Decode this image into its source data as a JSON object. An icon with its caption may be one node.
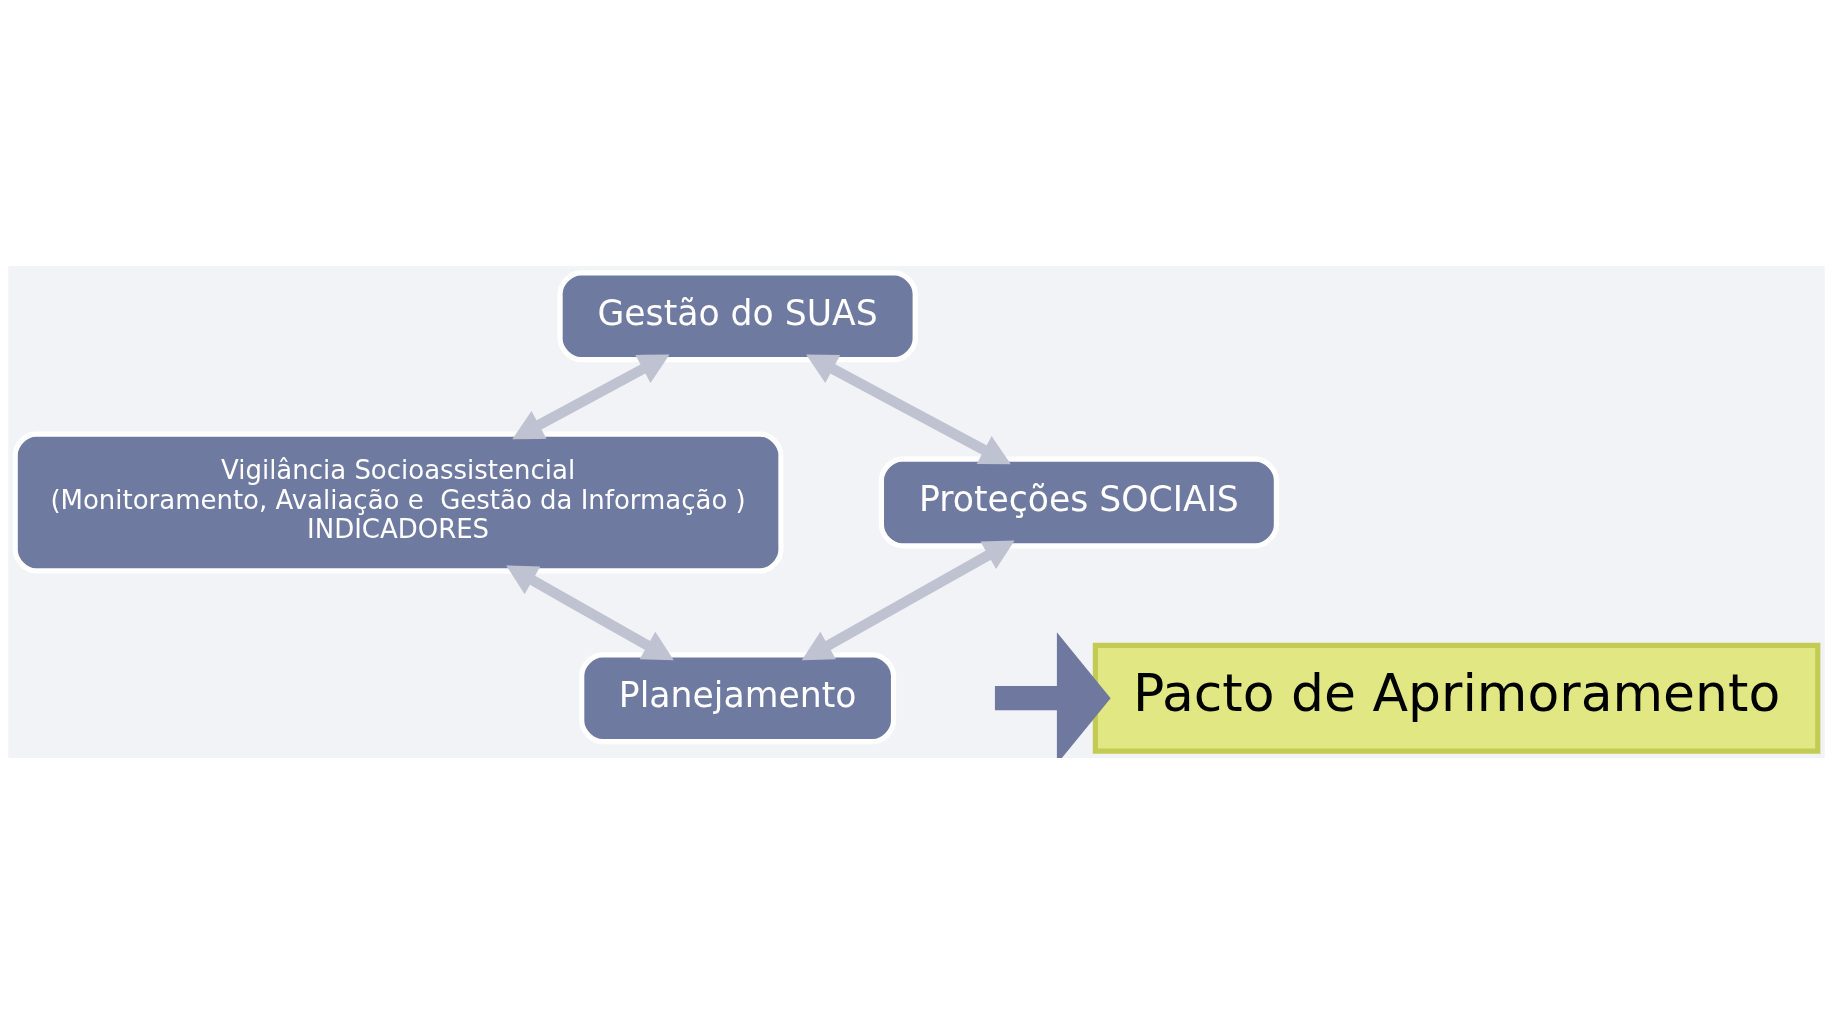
{
  "diagram": {
    "nodes": [
      {
        "text": [
          "Gestão do SUAS"
        ]
      },
      {
        "text": [
          "Vigilância Socioassistencial",
          "(Monitoramento, Avaliação e  Gestão da Informação )",
          "INDICADORES"
        ]
      },
      {
        "text": [
          "Proteções SOCIAIS"
        ]
      },
      {
        "text": [
          "Planejamento"
        ]
      },
      {
        "text": [
          "Pacto de Aprimoramento"
        ]
      }
    ],
    "edges": [
      {
        "from": 0,
        "to": 1,
        "arrow": "both"
      },
      {
        "from": 0,
        "to": 2,
        "arrow": "both"
      },
      {
        "from": 2,
        "to": 3,
        "arrow": "both"
      },
      {
        "from": 1,
        "to": 3,
        "arrow": "both"
      },
      {
        "from": null,
        "to": 4,
        "arrow": "to",
        "style": "thick",
        "color": "#6f789f"
      }
    ]
  }
}
